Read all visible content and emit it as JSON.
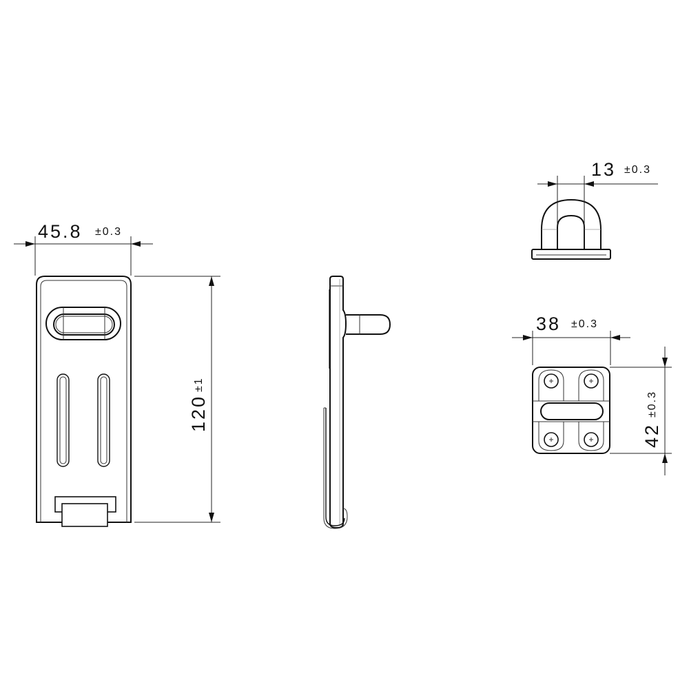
{
  "title": "Hasp and staple technical drawing",
  "dimensions": {
    "hasp_width": {
      "value": "45.8",
      "tolerance": "±0.3"
    },
    "hasp_length": {
      "value": "120",
      "tolerance": "±1"
    },
    "staple_loop_width": {
      "value": "13",
      "tolerance": "±0.3"
    },
    "staple_plate_width": {
      "value": "38",
      "tolerance": "±0.3"
    },
    "staple_plate_height": {
      "value": "42",
      "tolerance": "±0.3"
    }
  },
  "colors": {
    "line": "#111111",
    "background": "#ffffff"
  }
}
